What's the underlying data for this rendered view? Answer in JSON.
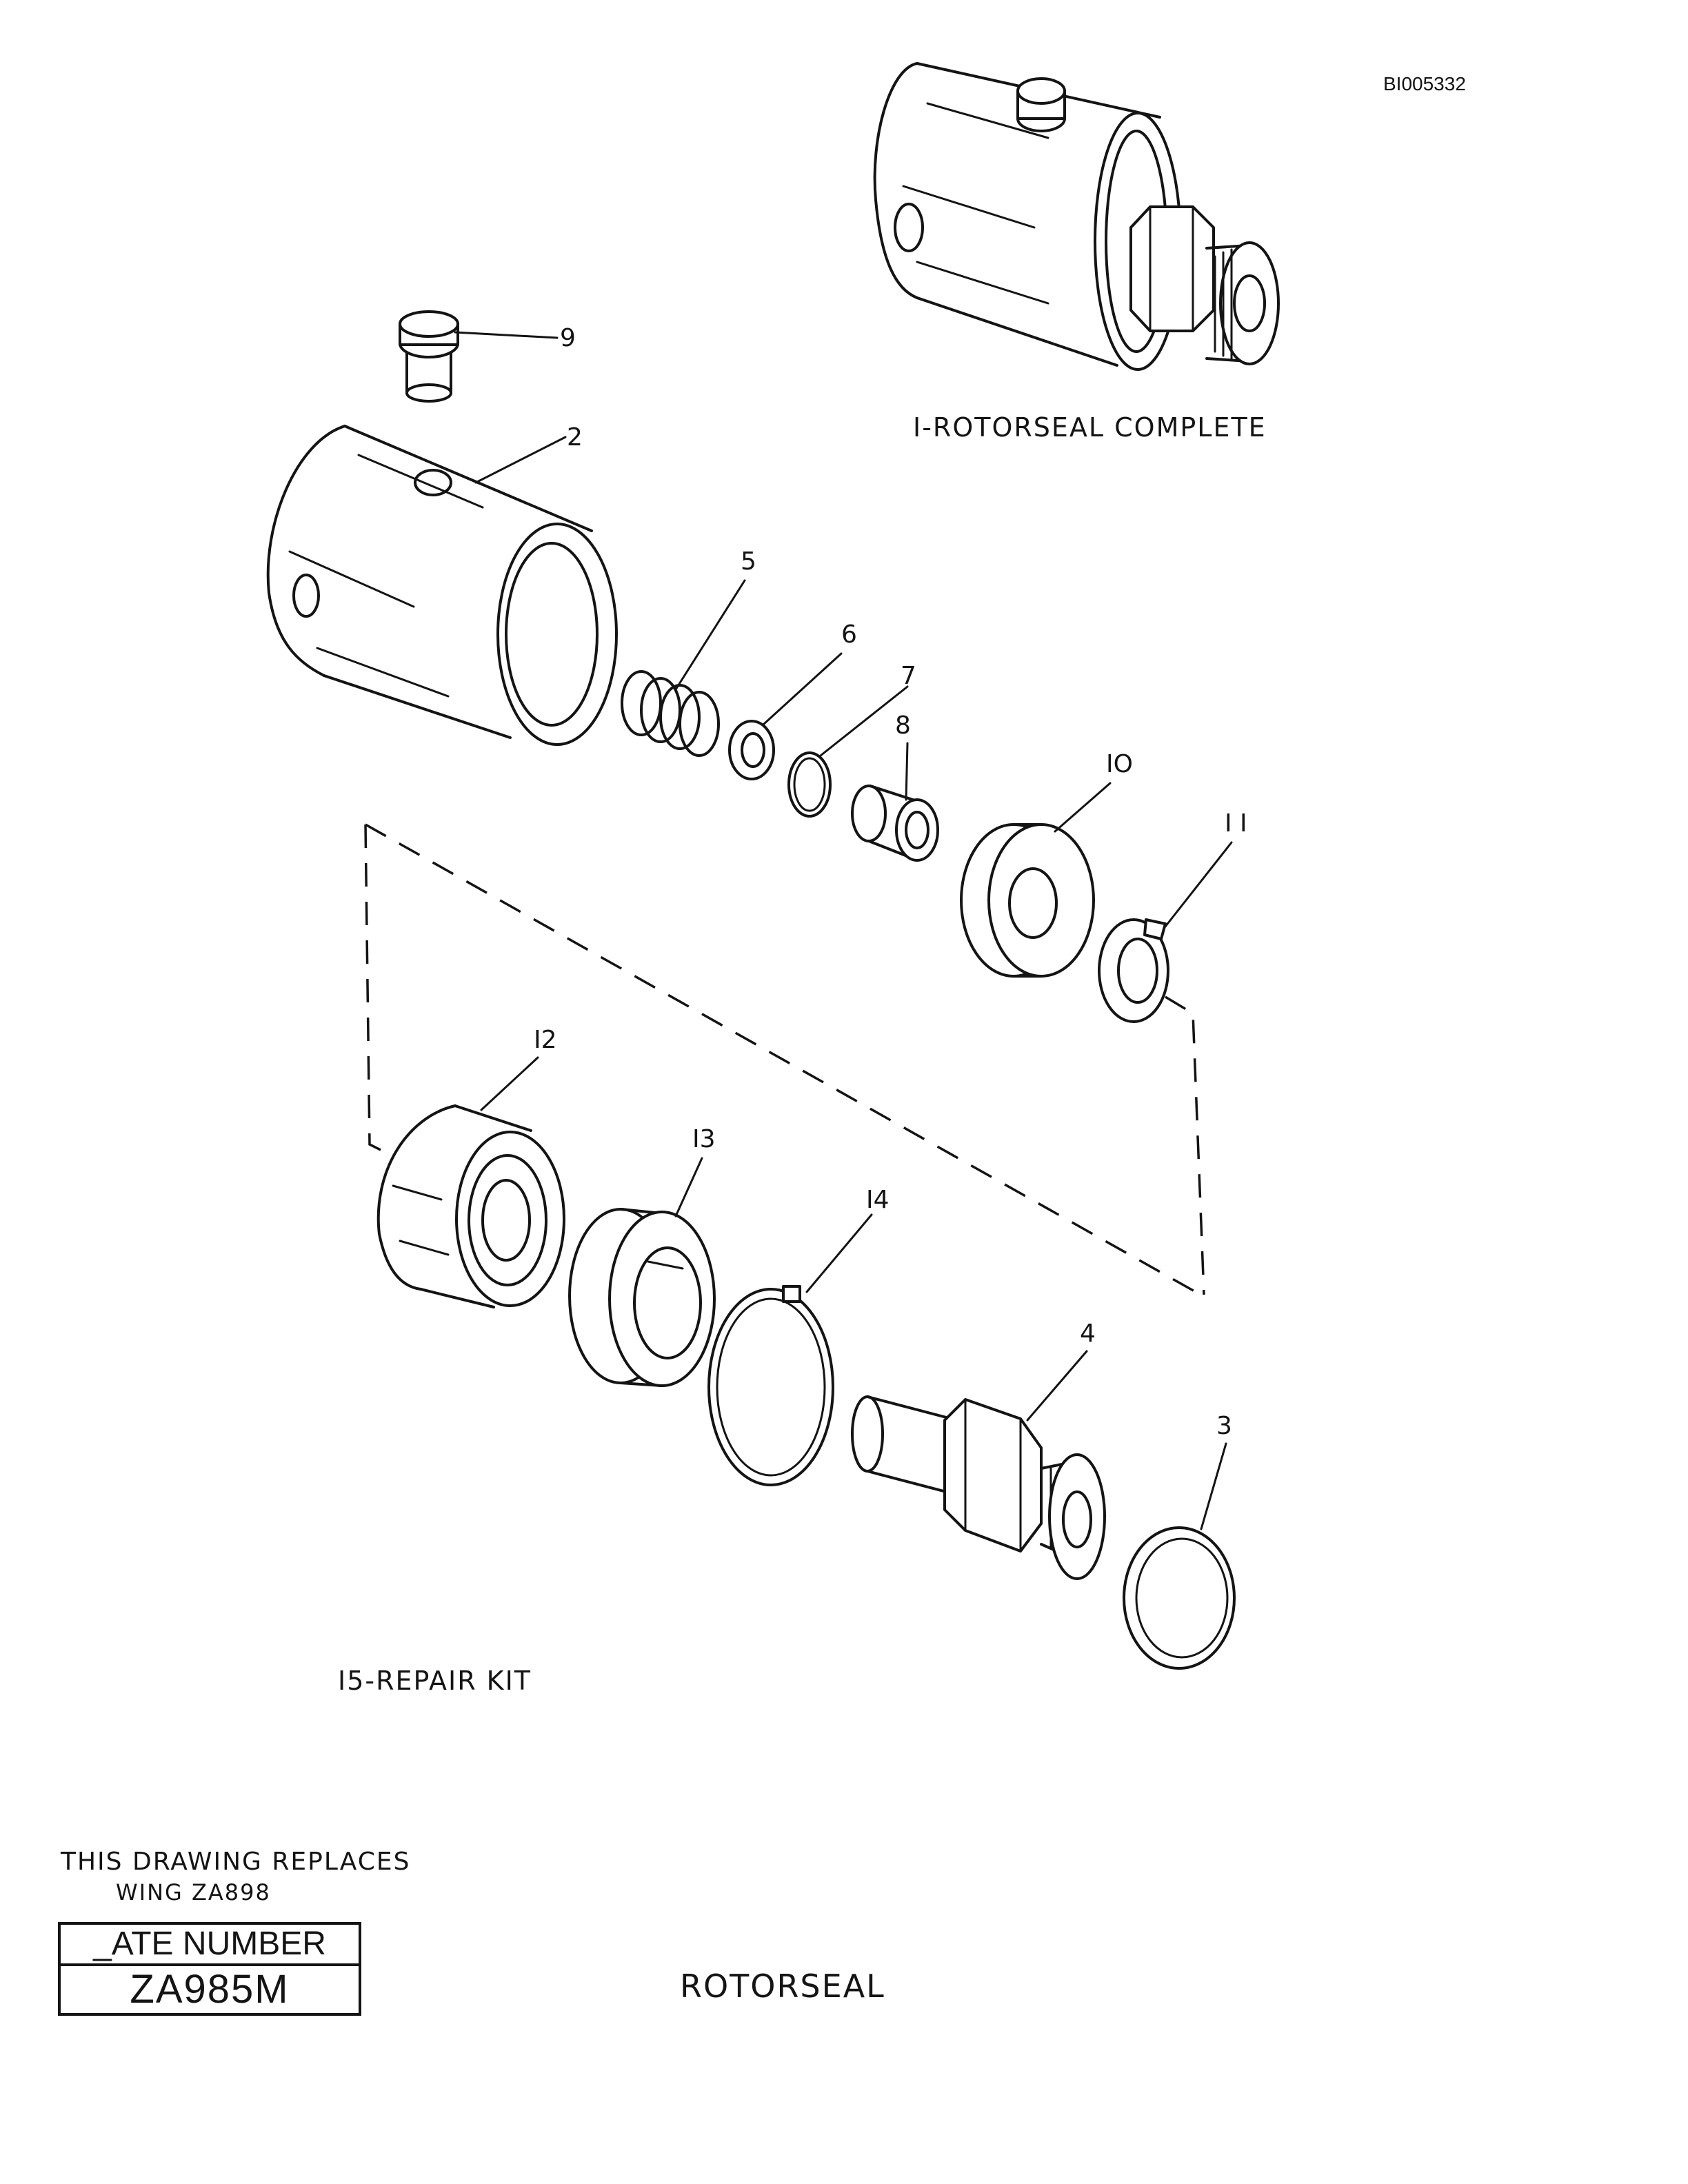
{
  "document_id": "BI005332",
  "title": "ROTORSEAL",
  "assembly_label": "I-ROTORSEAL COMPLETE",
  "kit_label": "I5-REPAIR KIT",
  "replaces_line_1": "THIS DRAWING REPLACES",
  "replaces_line_2": "WING ZA898",
  "plate_header": "_ATE NUMBER",
  "plate_number": "ZA985M",
  "callouts": {
    "c2": "2",
    "c3": "3",
    "c4": "4",
    "c5": "5",
    "c6": "6",
    "c7": "7",
    "c8": "8",
    "c9": "9",
    "c10": "IO",
    "c11": "I I",
    "c12": "I2",
    "c13": "I3",
    "c14": "I4"
  }
}
